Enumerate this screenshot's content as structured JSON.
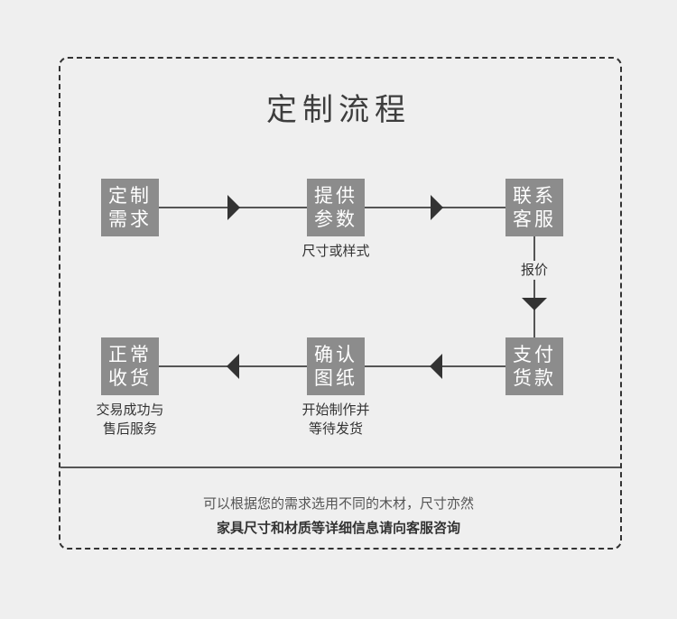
{
  "title": "定制流程",
  "steps": {
    "s1": "定制需求",
    "s2": "提供参数",
    "s3": "联系客服",
    "s4": "支付货款",
    "s5": "确认图纸",
    "s6": "正常收货"
  },
  "notes": {
    "s2": "尺寸或样式",
    "s3_to_s4": "报价",
    "s5_line1": "开始制作并",
    "s5_line2": "等待发货",
    "s6_line1": "交易成功与",
    "s6_line2": "售后服务"
  },
  "footer": {
    "line1": "可以根据您的需求选用不同的木材，尺寸亦然",
    "line2": "家具尺寸和材质等详细信息请向客服咨询"
  },
  "colors": {
    "box": "#8c8c8c",
    "line": "#555555",
    "background": "#efefef"
  }
}
